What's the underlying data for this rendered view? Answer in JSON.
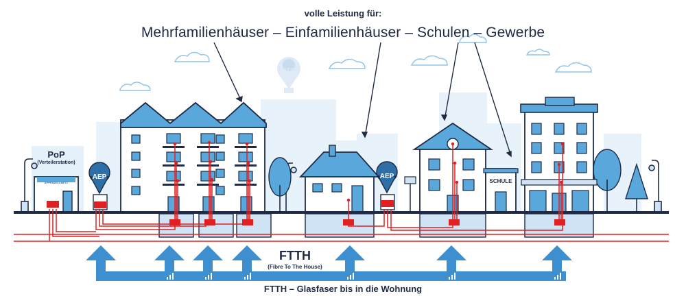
{
  "heading": "volle Leistung für:",
  "building_types": "Mehrfamilienhäuser – Einfamilienhäuser – Schulen – Gewerbe",
  "pop": {
    "title": "PoP",
    "subtitle": "(Verteilerstation)",
    "logo_text": "APPENZELLNETZ"
  },
  "aep_label": "AEP",
  "school_sign": "SCHULE",
  "ftth": {
    "title": "FTTH",
    "subtitle": "(Fibre To The House)"
  },
  "footer": "FTTH – Glasfaser bis in die Wohnung",
  "colors": {
    "outline": "#1f2a44",
    "fibre": "#e02020",
    "building_blue": "#5aa7dc",
    "light_blue": "#cfe3f5",
    "arrow_blue": "#3d8fcf",
    "background_building": "#e8f2fb"
  }
}
